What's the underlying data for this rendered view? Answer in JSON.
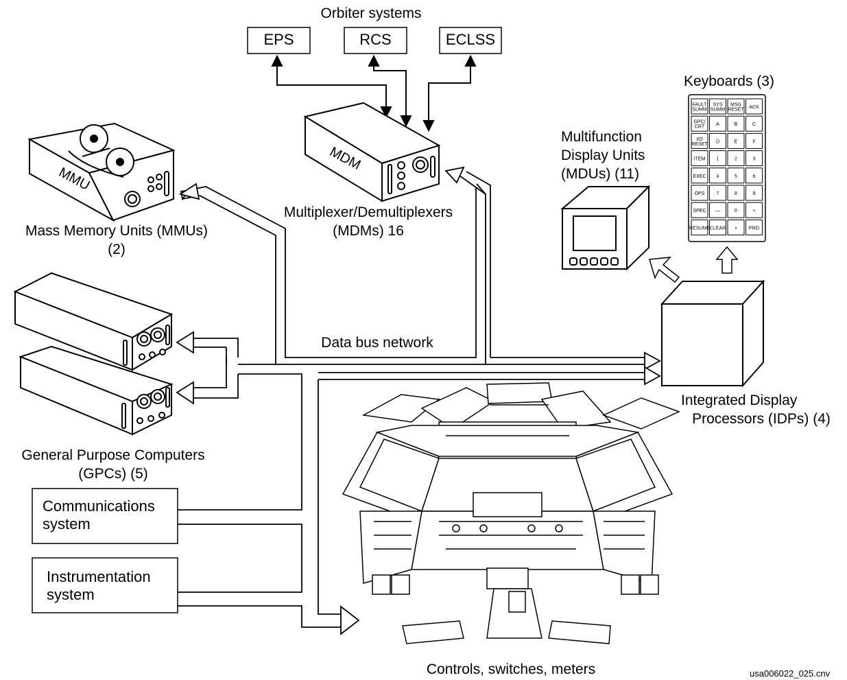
{
  "orbiter_systems": {
    "title": "Orbiter systems",
    "boxes": [
      "EPS",
      "RCS",
      "ECLSS"
    ]
  },
  "mmu": {
    "device_text": "MMU",
    "label_line1": "Mass Memory Units (MMUs)",
    "label_line2": "(2)"
  },
  "mdm": {
    "device_text": "MDM",
    "label_line1": "Multiplexer/Demultiplexers",
    "label_line2": "(MDMs) 16"
  },
  "mdu": {
    "label_line1": "Multifunction",
    "label_line2": "Display Units",
    "label_line3": "(MDUs) (11)"
  },
  "keyboards": {
    "label": "Keyboards (3)",
    "keys": [
      [
        "FAULT SUMM",
        "SYS SUMM",
        "MSG RESET",
        "ACK"
      ],
      [
        "GPC/ CRT",
        "A",
        "B",
        "C"
      ],
      [
        "I/O RESET",
        "D",
        "E",
        "F"
      ],
      [
        "ITEM",
        "1",
        "2",
        "3"
      ],
      [
        "EXEC",
        "4",
        "5",
        "6"
      ],
      [
        "OPS",
        "7",
        "8",
        "9"
      ],
      [
        "SPEC",
        "—",
        "0",
        "+"
      ],
      [
        "RESUME",
        "CLEAR",
        "•",
        "PRO"
      ]
    ]
  },
  "idp": {
    "label_line1": "Integrated Display",
    "label_line2": "Processors (IDPs) (4)"
  },
  "gpc": {
    "label_line1": "General Purpose Computers",
    "label_line2": "(GPCs) (5)"
  },
  "data_bus": {
    "label": "Data bus network"
  },
  "comm": {
    "line1": "Communications",
    "line2": "system"
  },
  "instr": {
    "line1": "Instrumentation",
    "line2": "system"
  },
  "cockpit": {
    "label": "Controls, switches, meters"
  },
  "figure_id": "usa006022_025.cnv"
}
